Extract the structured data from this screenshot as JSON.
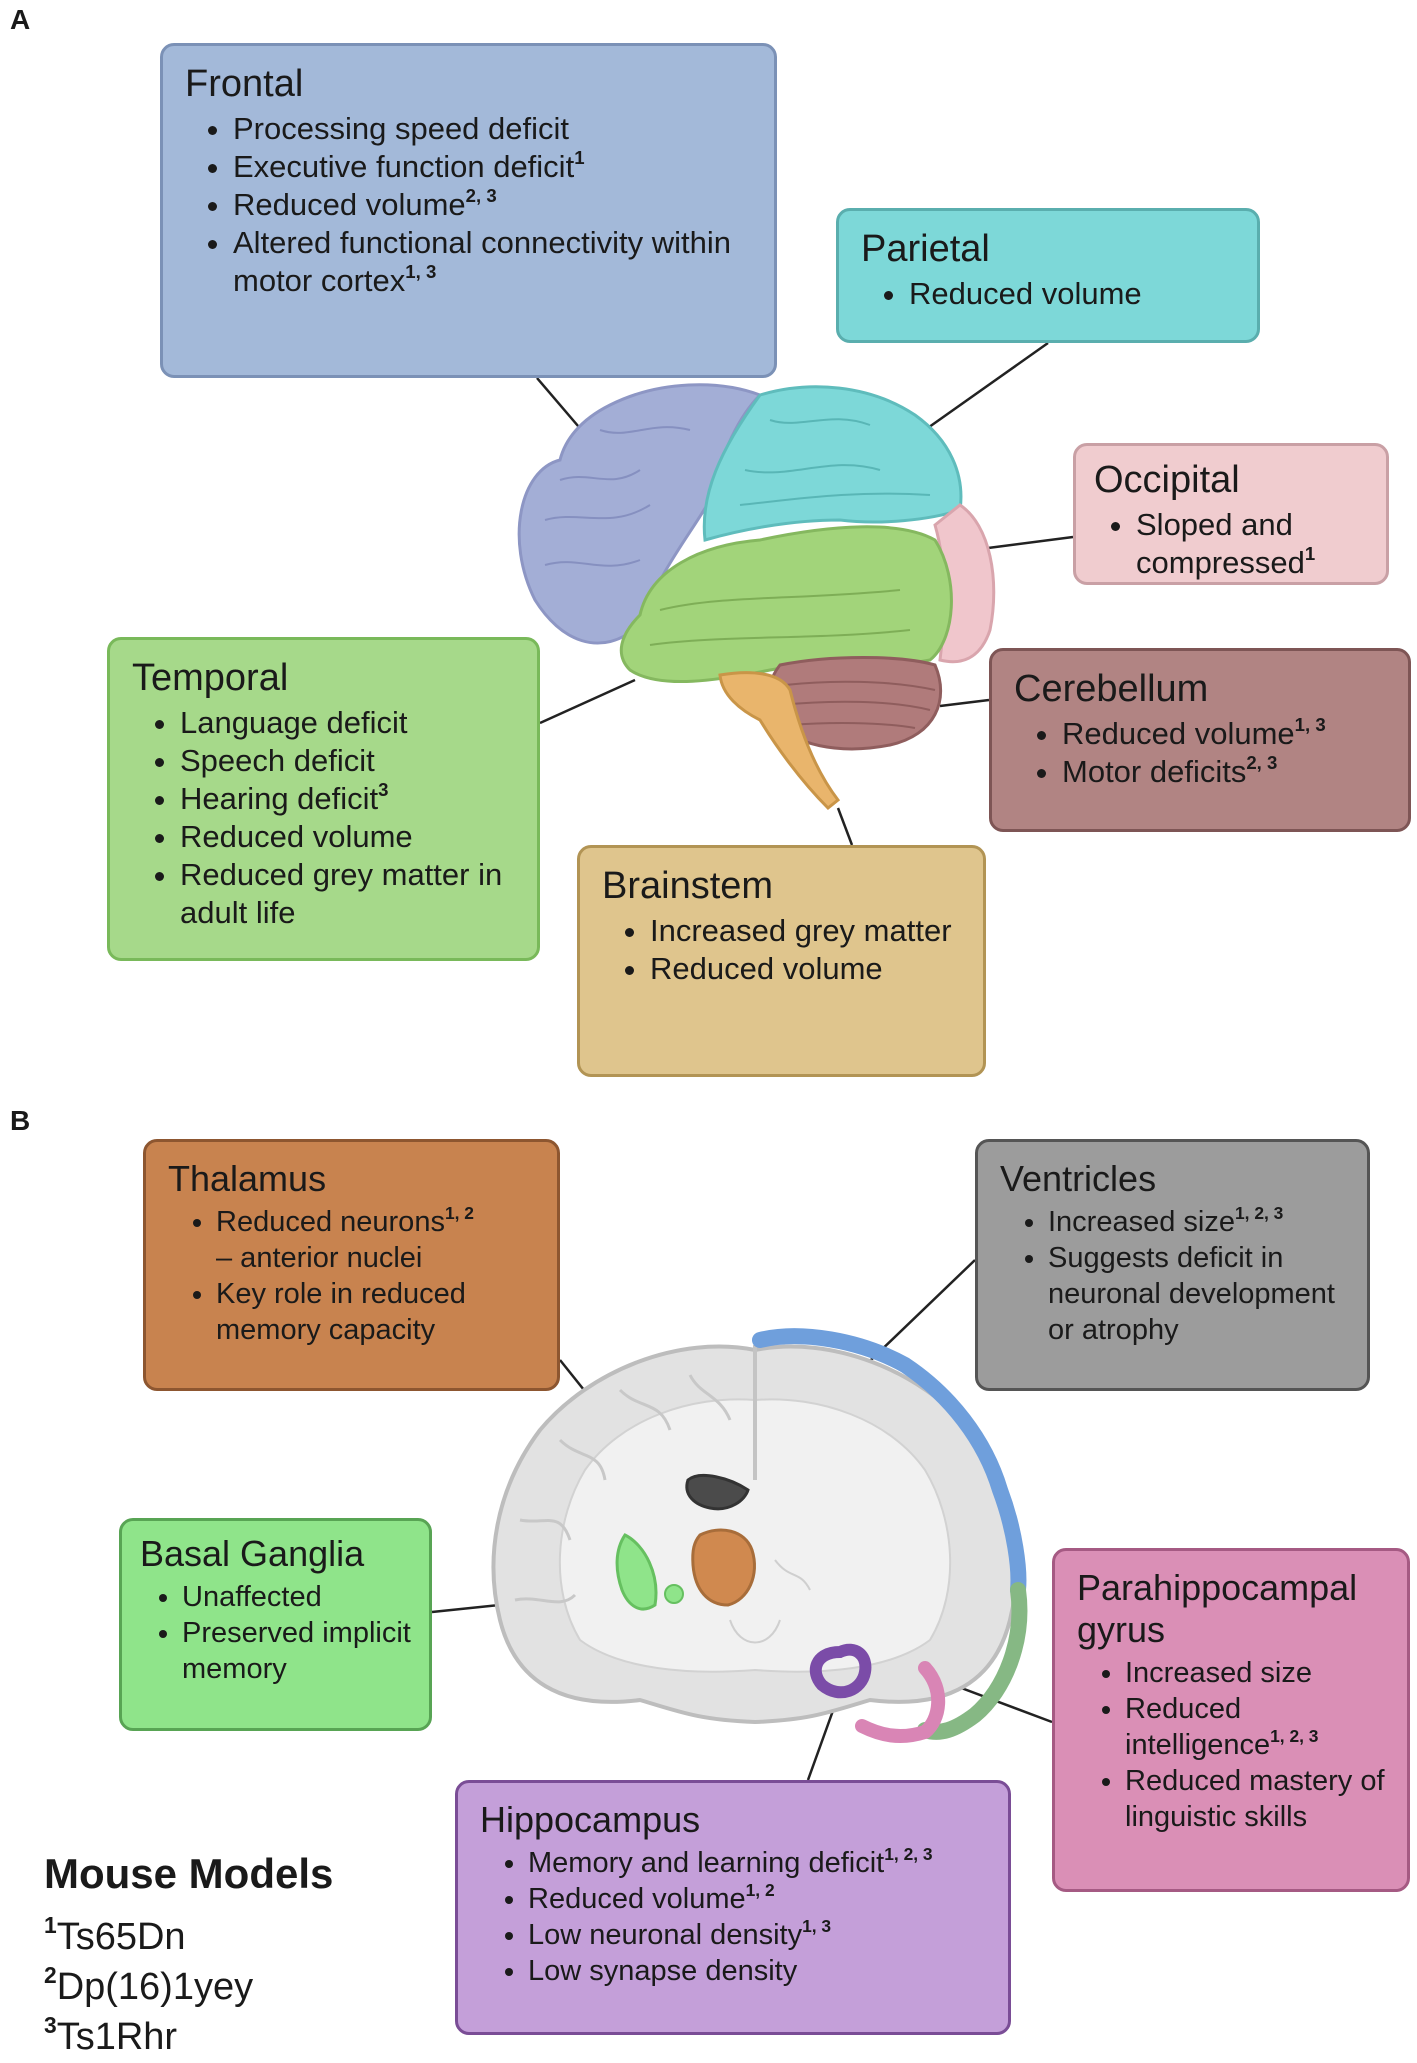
{
  "panelA": {
    "letter": "A",
    "boxes": [
      {
        "title": "Frontal",
        "items": [
          {
            "text": "Processing speed deficit",
            "sup": ""
          },
          {
            "text": "Executive function deficit",
            "sup": "1"
          },
          {
            "text": "Reduced volume",
            "sup": "2, 3"
          },
          {
            "text": "Altered functional connectivity within motor cortex",
            "sup": "1, 3"
          }
        ]
      },
      {
        "title": "Parietal",
        "items": [
          {
            "text": "Reduced volume",
            "sup": ""
          }
        ]
      },
      {
        "title": "Occipital",
        "items": [
          {
            "text": "Sloped and compressed",
            "sup": "1"
          }
        ]
      },
      {
        "title": "Temporal",
        "items": [
          {
            "text": "Language deficit",
            "sup": ""
          },
          {
            "text": "Speech deficit",
            "sup": ""
          },
          {
            "text": "Hearing deficit",
            "sup": "3"
          },
          {
            "text": "Reduced volume",
            "sup": ""
          },
          {
            "text": "Reduced grey matter in adult life",
            "sup": ""
          }
        ]
      },
      {
        "title": "Cerebellum",
        "items": [
          {
            "text": "Reduced volume",
            "sup": "1, 3"
          },
          {
            "text": "Motor deficits",
            "sup": "2, 3"
          }
        ]
      },
      {
        "title": "Brainstem",
        "items": [
          {
            "text": "Increased grey matter",
            "sup": ""
          },
          {
            "text": "Reduced volume",
            "sup": ""
          }
        ]
      }
    ]
  },
  "panelB": {
    "letter": "B",
    "boxes": [
      {
        "title": "Thalamus",
        "items": [
          {
            "text": "Reduced neurons",
            "sup": "1, 2",
            "extra": "– anterior nuclei"
          },
          {
            "text": "Key role in reduced memory capacity",
            "sup": ""
          }
        ]
      },
      {
        "title": "Ventricles",
        "items": [
          {
            "text": "Increased size",
            "sup": "1, 2, 3"
          },
          {
            "text": "Suggests deficit in neuronal development or atrophy",
            "sup": ""
          }
        ]
      },
      {
        "title": "Basal Ganglia",
        "items": [
          {
            "text": "Unaffected",
            "sup": ""
          },
          {
            "text": "Preserved implicit memory",
            "sup": ""
          }
        ]
      },
      {
        "title": "Parahippocampal gyrus",
        "items": [
          {
            "text": "Increased size",
            "sup": ""
          },
          {
            "text": "Reduced intelligence",
            "sup": "1, 2, 3"
          },
          {
            "text": "Reduced mastery of linguistic skills",
            "sup": ""
          }
        ]
      },
      {
        "title": "Hippocampus",
        "items": [
          {
            "text": "Memory and learning deficit",
            "sup": "1, 2, 3"
          },
          {
            "text": "Reduced volume",
            "sup": "1, 2"
          },
          {
            "text": "Low neuronal density",
            "sup": "1, 3"
          },
          {
            "text": "Low synapse density",
            "sup": ""
          }
        ]
      }
    ]
  },
  "legend": {
    "title": "Mouse Models",
    "models": [
      {
        "num": "1",
        "name": "Ts65Dn"
      },
      {
        "num": "2",
        "name": "Dp(16)1yey"
      },
      {
        "num": "3",
        "name": "Ts1Rhr"
      }
    ]
  },
  "colors": {
    "frontal": "#a3b9d9",
    "parietal": "#7dd8d8",
    "occipital": "#f0cccf",
    "temporal": "#a6d98a",
    "cerebellum": "#b18483",
    "brainstem": "#dfc58d",
    "thalamus": "#c8834f",
    "ventricles": "#9c9c9c",
    "basal": "#8fe48a",
    "parahippo": "#da8fb6",
    "hippocampus": "#c49fd9"
  }
}
